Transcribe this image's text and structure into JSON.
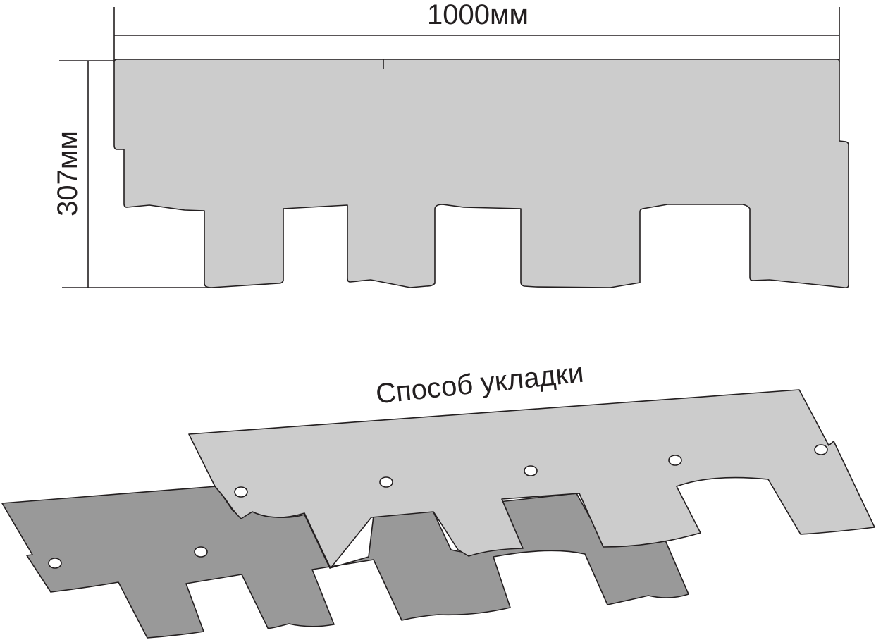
{
  "dimensions": {
    "width_label": "1000мм",
    "height_label": "307мм"
  },
  "installation": {
    "caption": "Способ укладки"
  },
  "colors": {
    "shingle_top": "#cccccc",
    "shingle_bottom": "#999999",
    "outline": "#231f20",
    "background": "#ffffff"
  }
}
